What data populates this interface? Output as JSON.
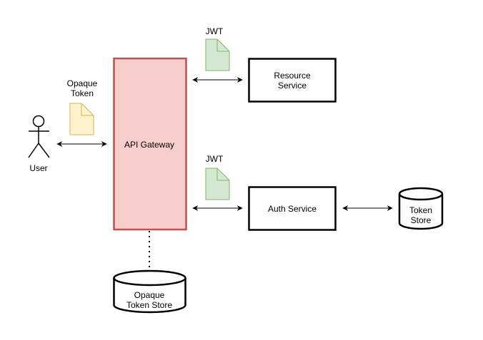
{
  "nodes": {
    "user": {
      "label": "User"
    },
    "api_gateway": {
      "label": "API Gateway"
    },
    "resource_service": {
      "label_line1": "Resource",
      "label_line2": "Service"
    },
    "auth_service": {
      "label": "Auth Service"
    },
    "token_store": {
      "label_line1": "Token",
      "label_line2": "Store"
    },
    "opaque_token_store": {
      "label_line1": "Opaque",
      "label_line2": "Token Store"
    }
  },
  "tokens": {
    "opaque": {
      "label_line1": "Opaque",
      "label_line2": "Token"
    },
    "jwt_resource": {
      "label": "JWT"
    },
    "jwt_auth": {
      "label": "JWT"
    }
  },
  "colors": {
    "gateway_fill": "#f8cecc",
    "gateway_stroke": "#b85450",
    "opaque_doc_fill": "#fff2cc",
    "opaque_doc_stroke": "#d6b656",
    "jwt_doc_fill": "#d5e8d4",
    "jwt_doc_stroke": "#82b366"
  }
}
